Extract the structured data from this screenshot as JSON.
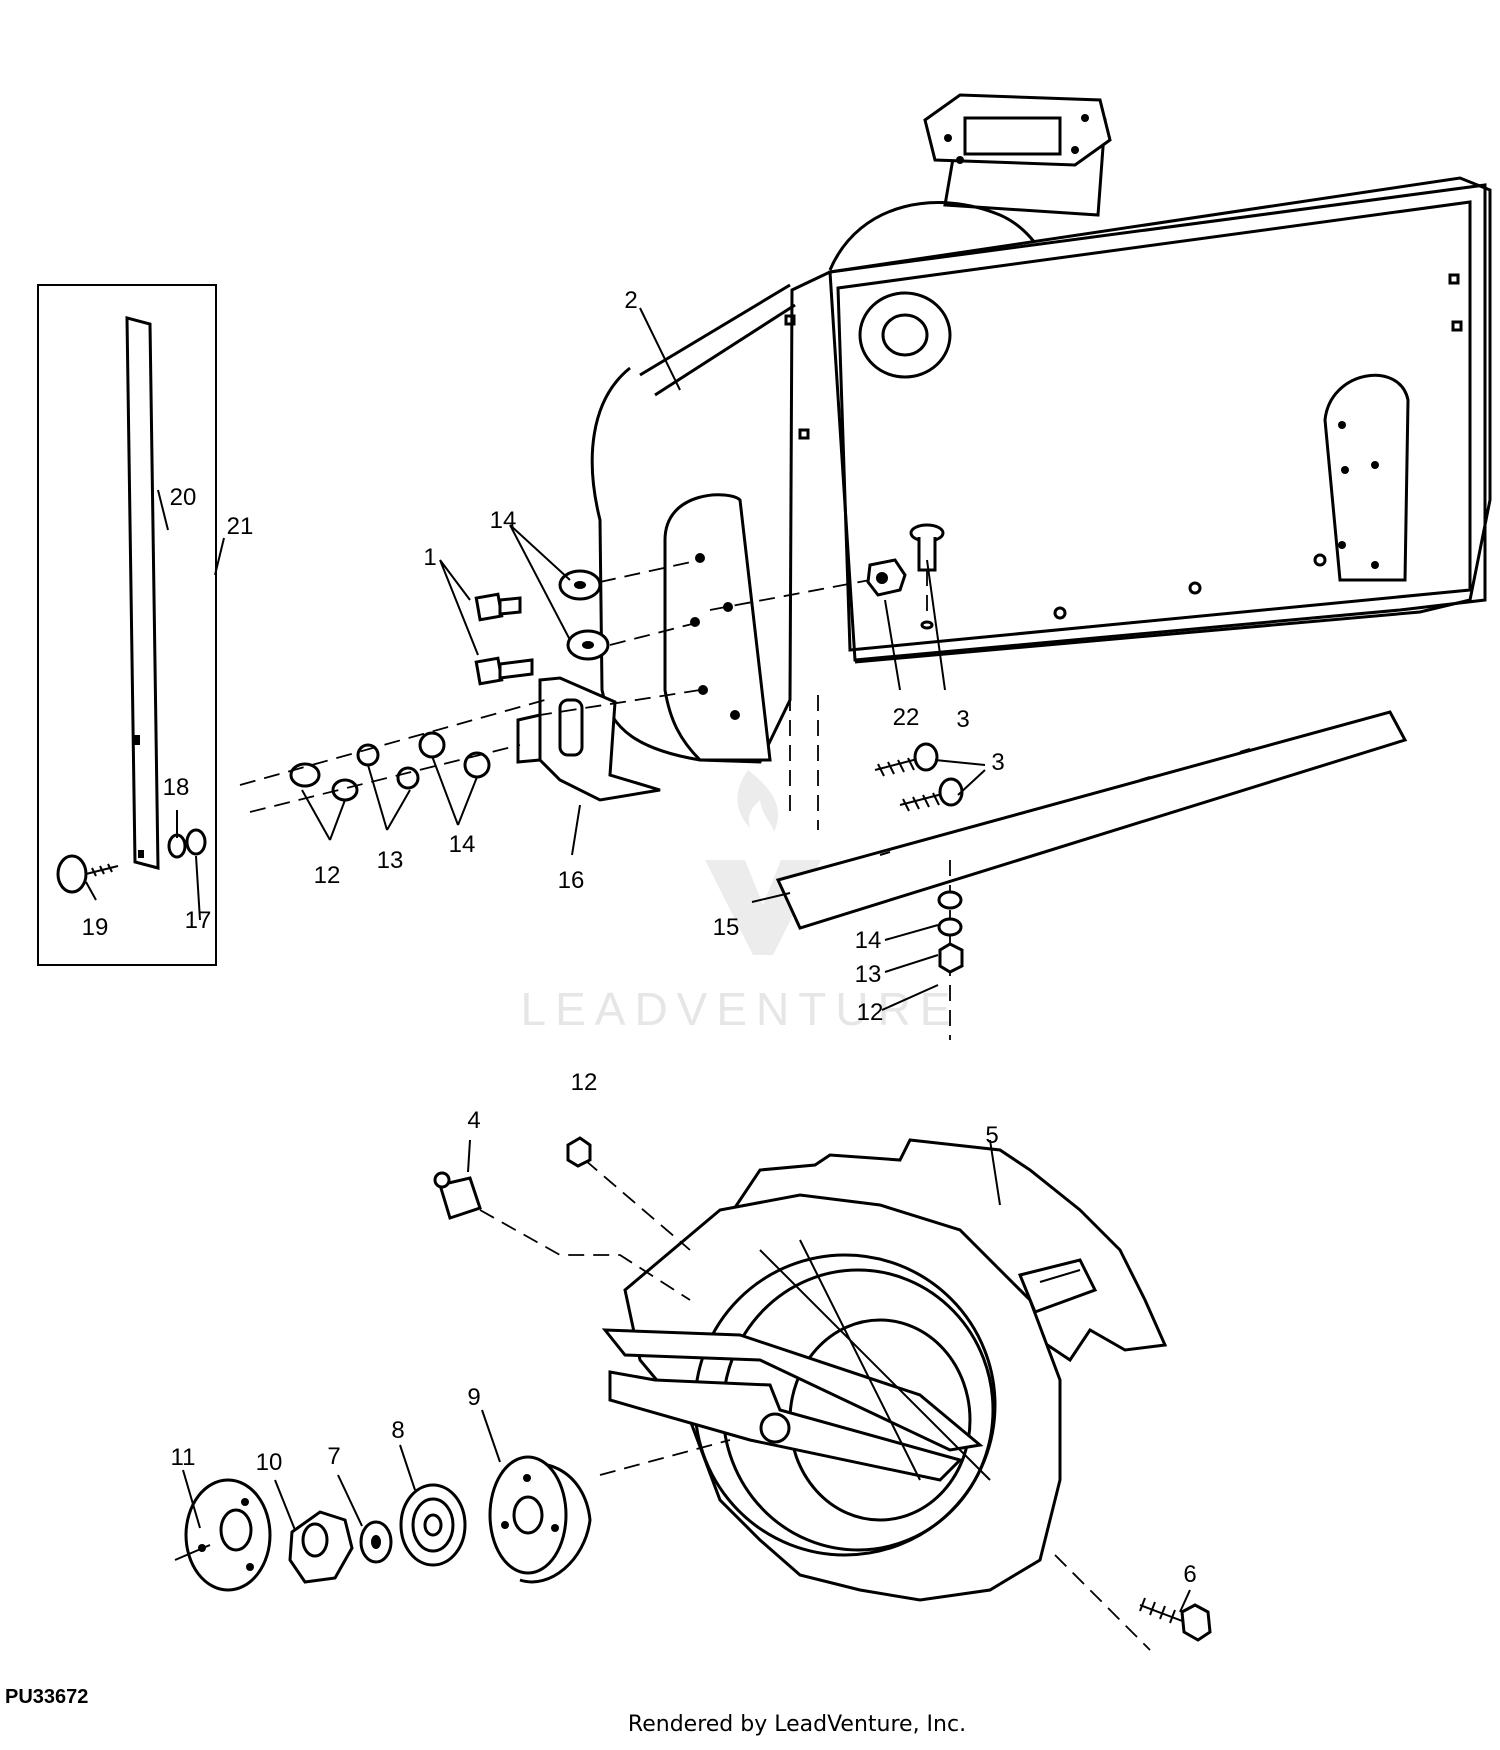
{
  "diagram": {
    "part_code": "PU33672",
    "footer": "Rendered by LeadVenture, Inc.",
    "watermark": "LEADVENTURE",
    "callouts": [
      "1",
      "2",
      "3",
      "4",
      "5",
      "6",
      "7",
      "8",
      "9",
      "10",
      "11",
      "12",
      "13",
      "14",
      "15",
      "16",
      "17",
      "18",
      "19",
      "20",
      "21",
      "22"
    ]
  }
}
